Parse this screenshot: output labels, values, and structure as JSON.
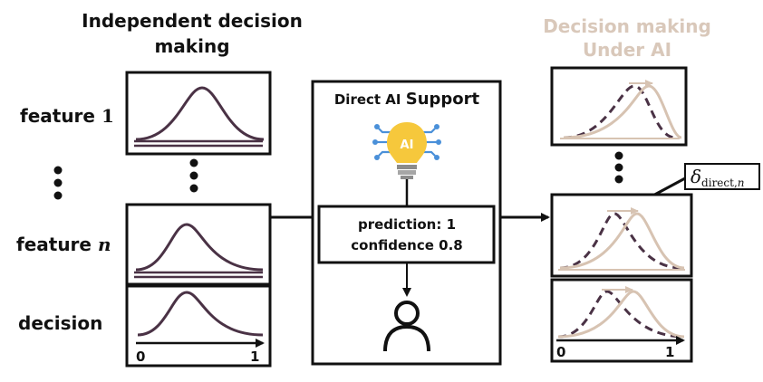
{
  "left": {
    "title_line1": "Independent decision",
    "title_line2": "making",
    "feature1_label": "feature ",
    "feature1_num": "1",
    "featuren_label": "feature ",
    "featuren_var": "n",
    "decision_label": "decision",
    "axis_min": "0",
    "axis_max": "1"
  },
  "center": {
    "title_a": "Direct AI ",
    "title_b": "Support",
    "ai_badge": "AI",
    "prediction": "prediction: 1",
    "confidence": "confidence 0.8"
  },
  "right": {
    "title_line1": "Decision making",
    "title_line2": "Under AI",
    "delta_symbol": "δ",
    "delta_subscript": "direct,",
    "delta_sub_var": "n",
    "axis_min": "0",
    "axis_max": "1"
  },
  "colors": {
    "curve": "#4a3245",
    "shifted": "#d7c3b2",
    "right_title": "#d9c8ba",
    "bulb": "#f6c83c",
    "circuit": "#4a90d9",
    "box_border": "#111111"
  }
}
